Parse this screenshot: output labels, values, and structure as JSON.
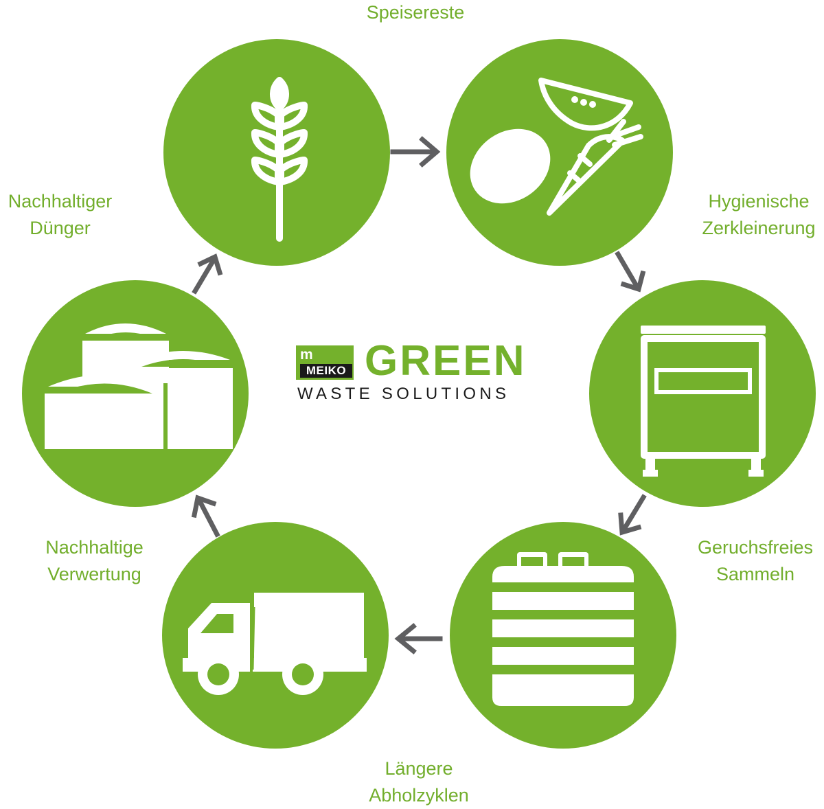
{
  "labels": {
    "speisereste": "Speisereste",
    "hygienische_line1": "Hygienische",
    "hygienische_line2": "Zerkleinerung",
    "geruchsfreies_line1": "Geruchsfreies",
    "geruchsfreies_line2": "Sammeln",
    "laengere_line1": "Längere",
    "laengere_line2": "Abholzyklen",
    "verwertung_line1": "Nachhaltige",
    "verwertung_line2": "Verwertung",
    "duenger_line1": "Nachhaltiger",
    "duenger_line2": "Dünger"
  },
  "logo": {
    "mark_letter": "m",
    "brand": "MEIKO",
    "headline": "GREEN",
    "subline": "WASTE SOLUTIONS"
  },
  "icons": {
    "step1": "wheat-icon",
    "step2": "food-scraps-icon",
    "step3": "grinder-machine-icon",
    "step4": "storage-tank-icon",
    "step5": "truck-icon",
    "step6": "biogas-plant-icon"
  },
  "colors": {
    "green": "#74b12c",
    "label_green": "#72ae2c",
    "arrow_gray": "#5f5f61",
    "logo_black": "#1a1a1a"
  }
}
